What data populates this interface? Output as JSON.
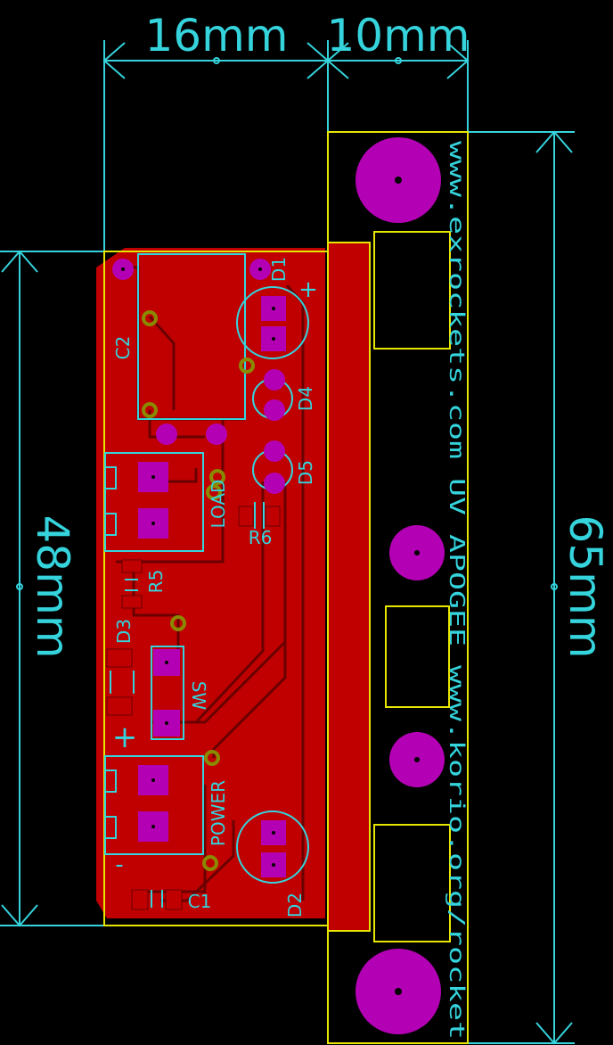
{
  "dimensions": {
    "width_left": "16mm",
    "width_right": "10mm",
    "height_board": "48mm",
    "height_total": "65mm"
  },
  "silkscreen": {
    "vertical_text": "www.exrockets.com   UV APOGEE   www.korio.org/rocket"
  },
  "components": {
    "c2": "C2",
    "d1": "D1",
    "d4": "D4",
    "d5": "D5",
    "load": "LOAD",
    "r6": "R6",
    "r5": "R5",
    "d3": "D3",
    "sw": "SW",
    "power": "POWER",
    "d2": "D2",
    "c1": "C1",
    "plus1": "+",
    "plus2": "+",
    "minus": "-"
  },
  "colors": {
    "copper": "#c00000",
    "pad": "#b400b4",
    "silkscreen": "#35d3dc",
    "outline": "#e6e600",
    "via_ring": "#8a8a00"
  }
}
